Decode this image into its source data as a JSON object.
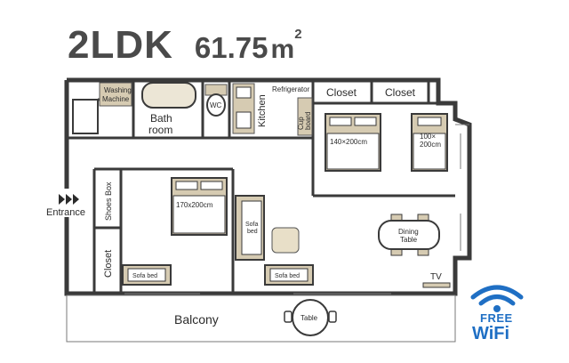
{
  "heading": {
    "layout_type": "2LDK",
    "area_value": "61.75",
    "area_unit": "m",
    "area_unit_sup": "2"
  },
  "rooms": {
    "washing_machine": [
      "Washing",
      "Machine"
    ],
    "bathroom": [
      "Bath",
      "room"
    ],
    "wc": "WC",
    "kitchen": "Kitchen",
    "refrigerator": "Refrigerator",
    "cupboard": [
      "Cup",
      "board"
    ],
    "closet_top_left": "Closet",
    "closet_top_right": "Closet",
    "bedroom_right_double": "140×200cm",
    "bedroom_right_single": [
      "100×",
      "200cm"
    ],
    "shoes_box": "Shoes Box",
    "entrance": "Entrance",
    "bed_center": "170x200cm",
    "sofa_bed_vertical": [
      "Sofa",
      "bed"
    ],
    "closet_lower_left": "Closet",
    "sofa_bed_left": "Sofa bed",
    "sofa_bed_right": "Sofa bed",
    "dining_table": [
      "Dining",
      "Table"
    ],
    "tv": "TV",
    "balcony": "Balcony",
    "table": "Table"
  },
  "wifi": {
    "line1": "FREE",
    "line2": "WiFi"
  },
  "colors": {
    "wall": "#3a3a3a",
    "fixture": "#d6cbb2",
    "wifi": "#1f6fc4"
  }
}
